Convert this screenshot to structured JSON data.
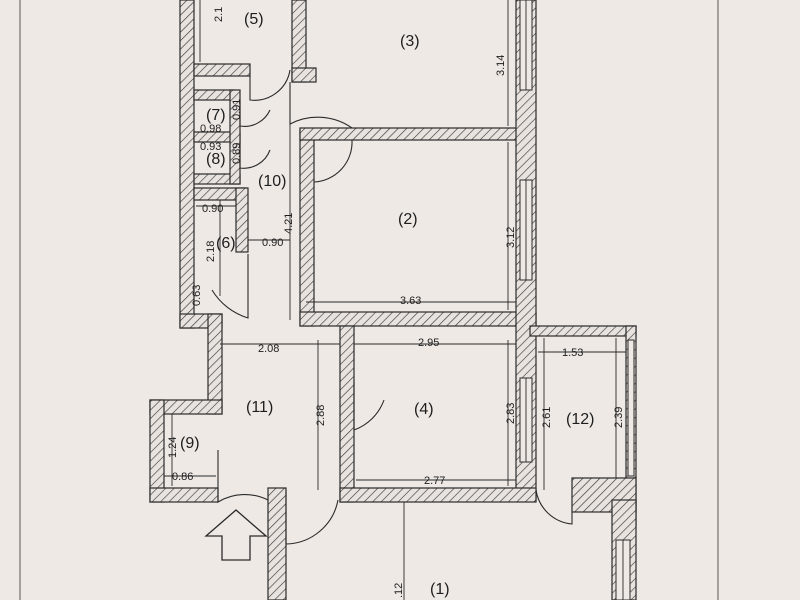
{
  "rooms": [
    {
      "id": "r1",
      "label": "(1)"
    },
    {
      "id": "r2",
      "label": "(2)"
    },
    {
      "id": "r3",
      "label": "(3)"
    },
    {
      "id": "r4",
      "label": "(4)"
    },
    {
      "id": "r5",
      "label": "(5)"
    },
    {
      "id": "r6",
      "label": "(6)"
    },
    {
      "id": "r7",
      "label": "(7)"
    },
    {
      "id": "r8",
      "label": "(8)"
    },
    {
      "id": "r9",
      "label": "(9)"
    },
    {
      "id": "r10",
      "label": "(10)"
    },
    {
      "id": "r11",
      "label": "(11)"
    },
    {
      "id": "r12",
      "label": "(12)"
    }
  ],
  "dimensions": {
    "d_2_1": "2.1",
    "d_3_14": "3.14",
    "d_0_91": "0.91",
    "d_0_98": "0.98",
    "d_0_93": "0.93",
    "d_0_89": "0.89",
    "d_4_21": "4.21",
    "d_0_90_top": "0.90",
    "d_2_18": "2.18",
    "d_0_90_mid": "0.90",
    "d_0_63": "0.63",
    "d_3_12": "3.12",
    "d_3_63": "3.63",
    "d_2_08": "2.08",
    "d_2_95": "2.95",
    "d_1_53": "1.53",
    "d_2_88": "2.88",
    "d_2_83": "2.83",
    "d_2_61": "2.61",
    "d_2_39": "2.39",
    "d_1_24": "1.24",
    "d_0_86": "0.86",
    "d_2_77": "2.77",
    "d_12": ".12"
  },
  "colors": {
    "paper": "#efe9e5",
    "ink": "#1e1e1e"
  }
}
